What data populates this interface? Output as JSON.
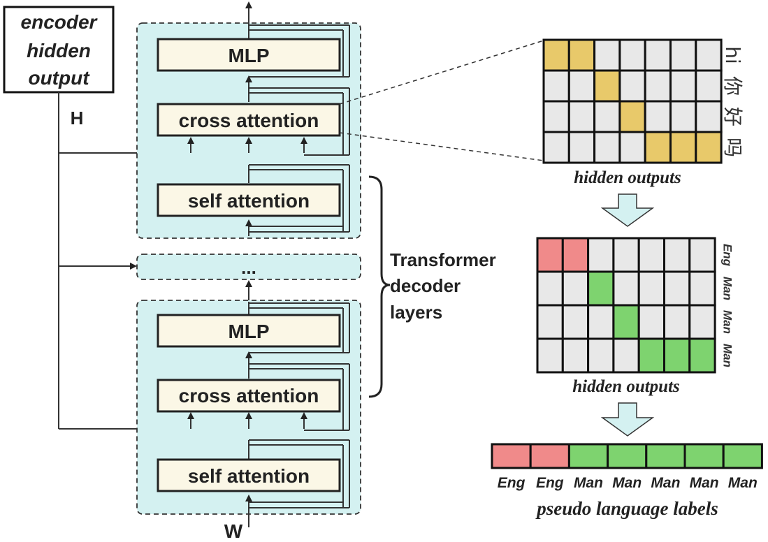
{
  "encoder_box": {
    "lines": [
      "encoder",
      "hidden",
      "output"
    ],
    "h_label": "H"
  },
  "input_label": "W",
  "top_block": {
    "mlp": "MLP",
    "cross": "cross attention",
    "self": "self attention"
  },
  "middle_block": {
    "label": "..."
  },
  "bottom_block": {
    "mlp": "MLP",
    "cross": "cross attention",
    "self": "self attention"
  },
  "brace_label": [
    "Transformer",
    "decoder",
    "layers"
  ],
  "attention_map": {
    "caption": "hidden outputs",
    "row_tokens": [
      "hi",
      "你",
      "好",
      "吗"
    ],
    "cols": 7,
    "highlight": [
      [
        0,
        1
      ],
      [
        2
      ],
      [
        3
      ],
      [
        4,
        5,
        6
      ]
    ],
    "highlight_color": "#e8c96a",
    "empty_color": "#e8e8e8"
  },
  "lang_map": {
    "caption": "hidden outputs",
    "row_labels": [
      "Eng",
      "Man",
      "Man",
      "Man"
    ],
    "cols": 7,
    "highlight": [
      [
        0,
        1
      ],
      [
        2
      ],
      [
        3
      ],
      [
        4,
        5,
        6
      ]
    ],
    "row_colors": [
      "#f08a8a",
      "#7ed36f",
      "#7ed36f",
      "#7ed36f"
    ],
    "empty_color": "#e8e8e8"
  },
  "pseudo_labels": {
    "caption": "pseudo language labels",
    "labels": [
      "Eng",
      "Eng",
      "Man",
      "Man",
      "Man",
      "Man",
      "Man"
    ],
    "colors": {
      "Eng": "#f08a8a",
      "Man": "#7ed36f"
    }
  },
  "colors": {
    "layer_fill": "#d4f1f1",
    "module_fill": "#fbf7e6",
    "arrow_fill": "#d4f1f1"
  }
}
